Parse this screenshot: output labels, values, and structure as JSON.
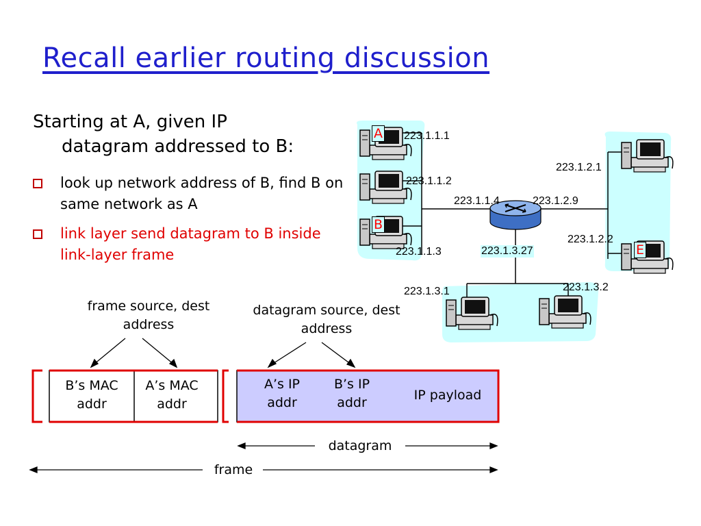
{
  "title": "Recall earlier routing discussion",
  "intro": {
    "line1": "Starting at A, given IP",
    "line2": "datagram addressed to B:"
  },
  "bullets": [
    {
      "text": "look up network address of B, find B on same network as A",
      "color": "#000000"
    },
    {
      "text": "link layer send datagram to B inside link-layer frame",
      "color": "#e00000"
    }
  ],
  "network": {
    "hosts": {
      "a": "A",
      "b": "B",
      "e": "E"
    },
    "ip": {
      "a": "223.1.1.1",
      "host2": "223.1.1.2",
      "router_left": "223.1.1.4",
      "router_right": "223.1.2.9",
      "b": "223.1.1.3",
      "router_bottom": "223.1.3.27",
      "right_top": "223.1.2.1",
      "e": "223.1.2.2",
      "bottom_left": "223.1.3.1",
      "bottom_right": "223.1.3.2"
    },
    "colors": {
      "lan_bg": "#ccffff",
      "router": "#5a8fd8"
    }
  },
  "frame": {
    "frame_addr_label": "frame source, dest address",
    "datagram_addr_label": "datagram source, dest address",
    "fields": {
      "b_mac": "B’s MAC addr",
      "a_mac": "A’s MAC addr",
      "a_ip": "A’s IP addr",
      "b_ip": "B’s IP addr",
      "payload": "IP payload"
    },
    "datagram_label": "datagram",
    "frame_label": "frame",
    "colors": {
      "frame_border": "#e00000",
      "datagram_fill": "#ccccff"
    }
  }
}
